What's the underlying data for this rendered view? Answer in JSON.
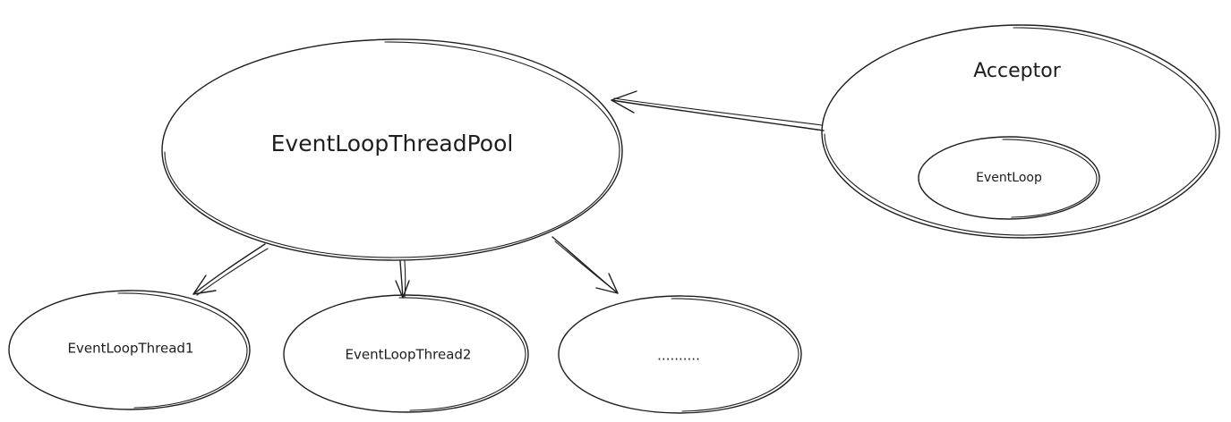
{
  "diagram": {
    "nodes": {
      "pool": {
        "label": "EventLoopThreadPool"
      },
      "acceptor": {
        "label": "Acceptor"
      },
      "acceptor_loop": {
        "label": "EventLoop"
      },
      "thread1": {
        "label": "EventLoopThread1"
      },
      "thread2": {
        "label": "EventLoopThread2"
      },
      "more": {
        "label": ".........."
      }
    },
    "edges": [
      {
        "from": "acceptor",
        "to": "pool"
      },
      {
        "from": "pool",
        "to": "thread1"
      },
      {
        "from": "pool",
        "to": "thread2"
      },
      {
        "from": "pool",
        "to": "more"
      }
    ],
    "colors": {
      "stroke": "#1e1e1e",
      "background": "#ffffff"
    }
  }
}
